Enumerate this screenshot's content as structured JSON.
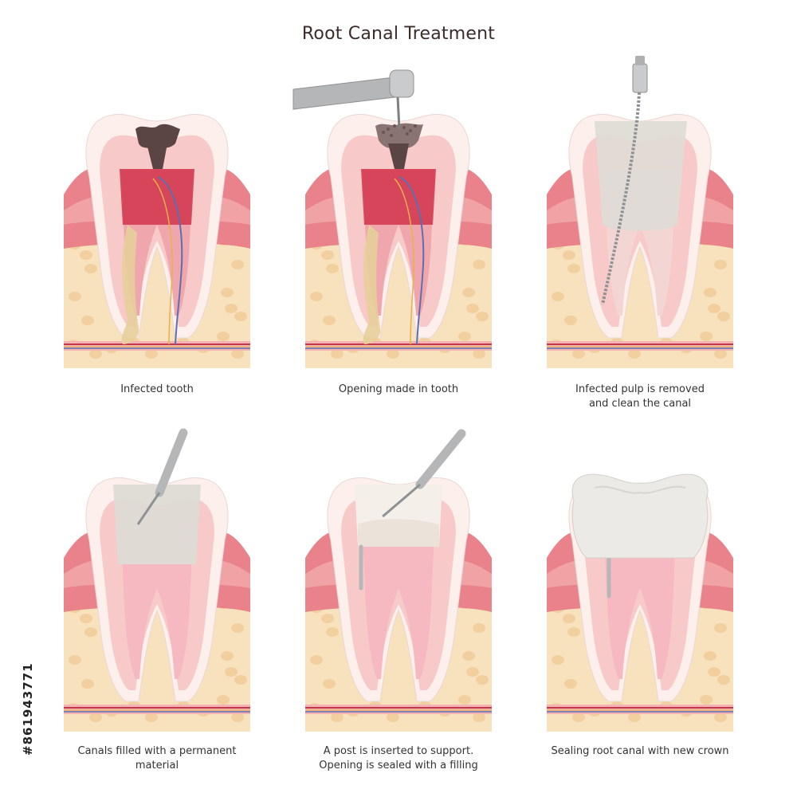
{
  "title": "Root Canal Treatment",
  "watermark_id": "#861943771",
  "colors": {
    "gum": "#e9828a",
    "gum_light": "#f4b3b3",
    "bone": "#f8e2bd",
    "bone_pore": "#efc896",
    "enamel": "#fcefec",
    "dentin": "#f7c9c8",
    "pulp": "#f0a6ad",
    "infected_pulp": "#d1344b",
    "decay": "#5b4444",
    "filling": "#dedbd6",
    "crown": "#eceae6",
    "instrument": "#b4b6b8"
  },
  "steps": [
    {
      "caption": [
        "Infected tooth"
      ]
    },
    {
      "caption": [
        "Opening made in tooth"
      ]
    },
    {
      "caption": [
        "Infected pulp is removed",
        "and clean the canal"
      ]
    },
    {
      "caption": [
        "Canals filled with a permanent",
        "material"
      ]
    },
    {
      "caption": [
        "A post is inserted to support.",
        "Opening is sealed with a filling"
      ]
    },
    {
      "caption": [
        "Sealing root canal with new crown"
      ]
    }
  ]
}
